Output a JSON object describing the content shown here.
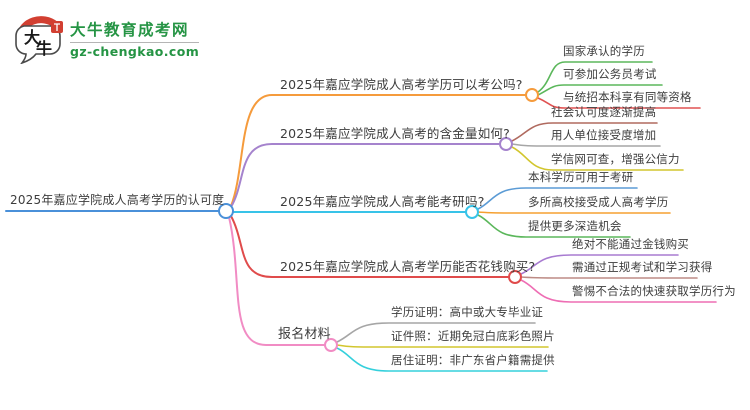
{
  "logo": {
    "brand": "大牛教育成考网",
    "domain": "gz-chengkao.com",
    "bubble_chars": [
      "大",
      "牛"
    ],
    "colors": {
      "green": "#259444",
      "red": "#d23f31",
      "outline": "#4a4a4a"
    }
  },
  "mindmap": {
    "root": {
      "label": "2025年嘉应学院成人高考学历的认可度",
      "color": "#4a90d9"
    },
    "branches": [
      {
        "label": "2025年嘉应学院成人高考学历可以考公吗?",
        "color": "#f59b3c",
        "children": [
          {
            "label": "国家承认的学历",
            "color": "#5bb75b"
          },
          {
            "label": "可参加公务员考试",
            "color": "#5bb75b"
          },
          {
            "label": "与统招本科享有同等资格",
            "color": "#e05252"
          }
        ]
      },
      {
        "label": "2025年嘉应学院成人高考的含金量如何?",
        "color": "#a583cd",
        "children": [
          {
            "label": "社会认可度逐渐提高",
            "color": "#b06a5f"
          },
          {
            "label": "用人单位接受度增加",
            "color": "#a6a6a6"
          },
          {
            "label": "学信网可查，增强公信力",
            "color": "#d2c62e"
          }
        ]
      },
      {
        "label": "2025年嘉应学院成人高考能考研吗?",
        "color": "#38c3e8",
        "children": [
          {
            "label": "本科学历可用于考研",
            "color": "#5b9bd5"
          },
          {
            "label": "多所高校接受成人高考学历",
            "color": "#f5a030"
          },
          {
            "label": "提供更多深造机会",
            "color": "#5bb75b"
          }
        ]
      },
      {
        "label": "2025年嘉应学院成人高考学历能否花钱购买?",
        "color": "#e04b4b",
        "children": [
          {
            "label": "绝对不能通过金钱购买",
            "color": "#a87bd1"
          },
          {
            "label": "需通过正规考试和学习获得",
            "color": "#bd8b85"
          },
          {
            "label": "警惕不合法的快速获取学历行为",
            "color": "#ee6eb4"
          }
        ]
      },
      {
        "label": "报名材料",
        "color": "#f18cc4",
        "children": [
          {
            "label": "学历证明：高中或大专毕业证",
            "color": "#a6a6a6"
          },
          {
            "label": "证件照：近期免冠白底彩色照片",
            "color": "#d2c62e"
          },
          {
            "label": "居住证明：非广东省户籍需提供",
            "color": "#35d0dc"
          }
        ]
      }
    ]
  }
}
